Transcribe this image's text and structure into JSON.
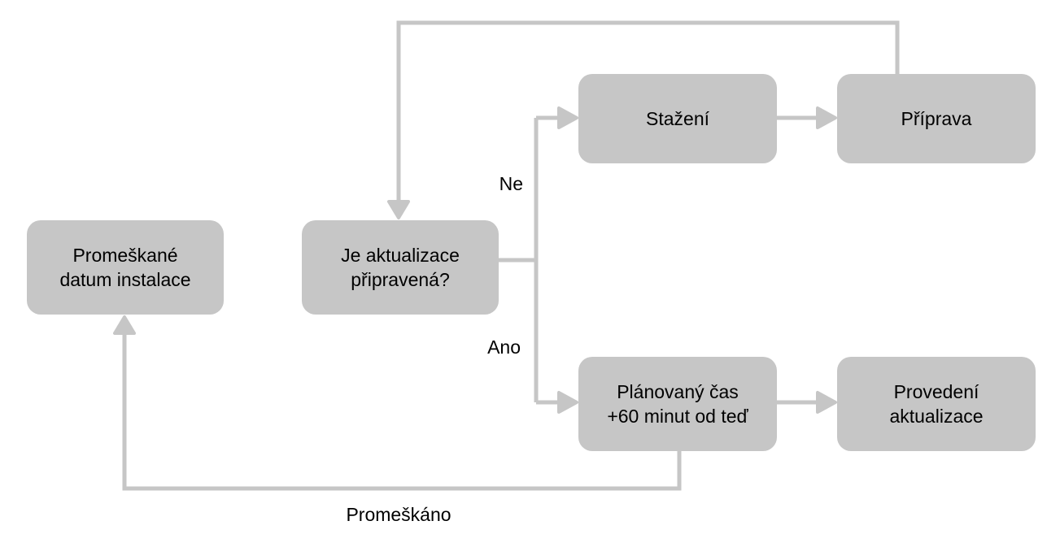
{
  "colors": {
    "background": "#ffffff",
    "box_fill": "#c6c6c6",
    "connector": "#c6c6c6",
    "text": "#000000"
  },
  "nodes": {
    "missed_install_date": {
      "label": "Promeškané\ndatum instalace"
    },
    "update_ready": {
      "label": "Je aktualizace\npřipravená?"
    },
    "download": {
      "label": "Stažení"
    },
    "prepare": {
      "label": "Příprava"
    },
    "scheduled_time": {
      "label": "Plánovaný čas\n+60 minut od teď"
    },
    "perform_update": {
      "label": "Provedení\naktualizace"
    }
  },
  "edge_labels": {
    "no": "Ne",
    "yes": "Ano",
    "missed": "Promeškáno"
  }
}
